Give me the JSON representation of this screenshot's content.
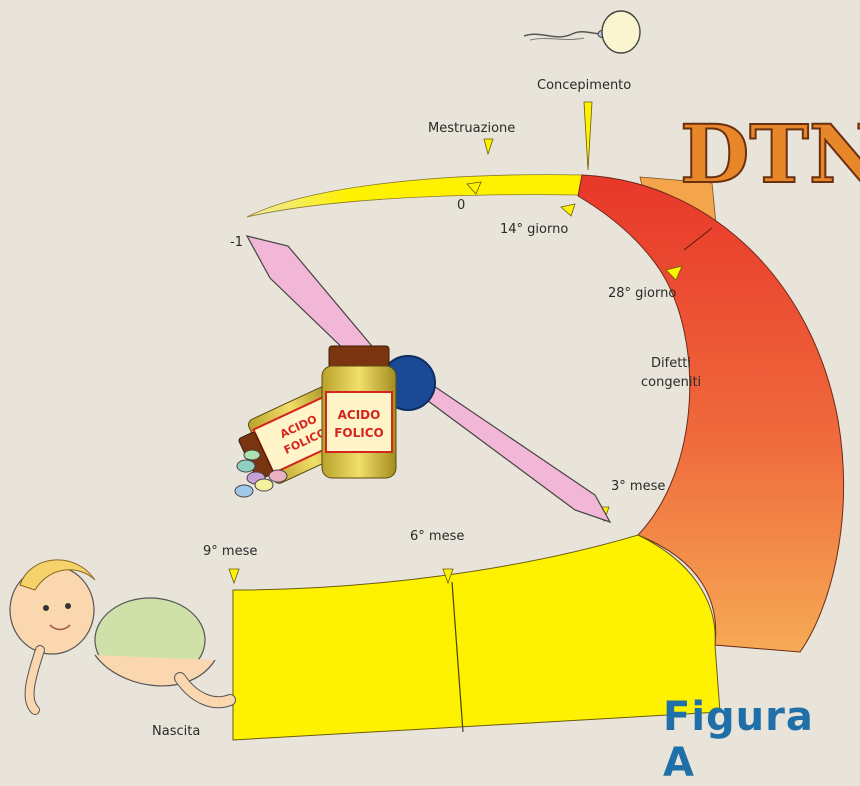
{
  "labels": {
    "concepimento": "Concepimento",
    "mestruazione": "Mestruazione",
    "zero": "0",
    "minus_one": "-1",
    "giorno_14": "14° giorno",
    "giorno_28": "28° giorno",
    "difetti": "Difetti",
    "congeniti": "congeniti",
    "mese_3": "3° mese",
    "mese_6": "6° mese",
    "mese_9": "9° mese",
    "nascita": "Nascita"
  },
  "bottle": {
    "line1": "ACIDO",
    "line2": "FOLICO",
    "side_line1": "ACIDO",
    "side_line2": "FOLICO"
  },
  "logo_text": "DTN",
  "figure_title": "Figura A",
  "colors": {
    "background": "#e9e4d9",
    "yellow": "#fff200",
    "red": "#e8372a",
    "orange": "#f4a54b",
    "pink_hand": "#f2b6d6",
    "title_blue": "#1f6fa8"
  }
}
